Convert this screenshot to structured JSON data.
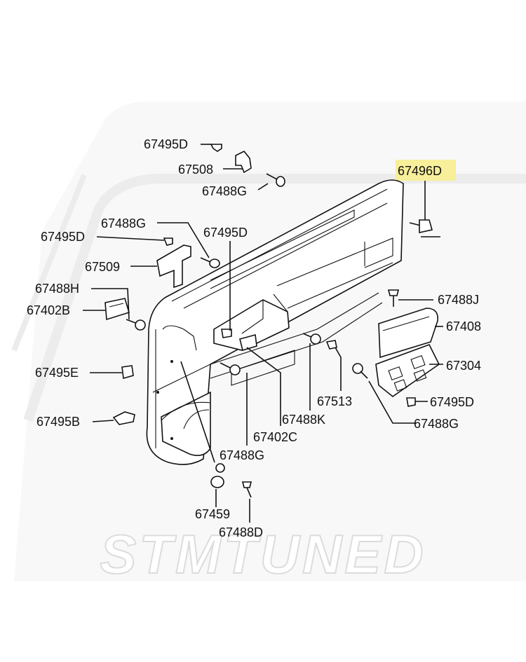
{
  "watermark": {
    "text": "STMTUNED"
  },
  "highlight": {
    "part": "67496D",
    "color": "#f7ef9a"
  },
  "labels": {
    "l67495d_top": "67495D",
    "l67508": "67508",
    "l67488g_top": "67488G",
    "l67496d": "67496D",
    "l67488g_left": "67488G",
    "l67495d_left": "67495D",
    "l67495d_mid": "67495D",
    "l67509": "67509",
    "l67488h": "67488H",
    "l67402b": "67402B",
    "l67488j": "67488J",
    "l67408": "67408",
    "l67304": "67304",
    "l67495e": "67495E",
    "l67513": "67513",
    "l67495d_right": "67495D",
    "l67495b": "67495B",
    "l67488k": "67488K",
    "l67488g_right": "67488G",
    "l67402c": "67402C",
    "l67488g_bottom": "67488G",
    "l67459": "67459",
    "l67488d": "67488D"
  }
}
